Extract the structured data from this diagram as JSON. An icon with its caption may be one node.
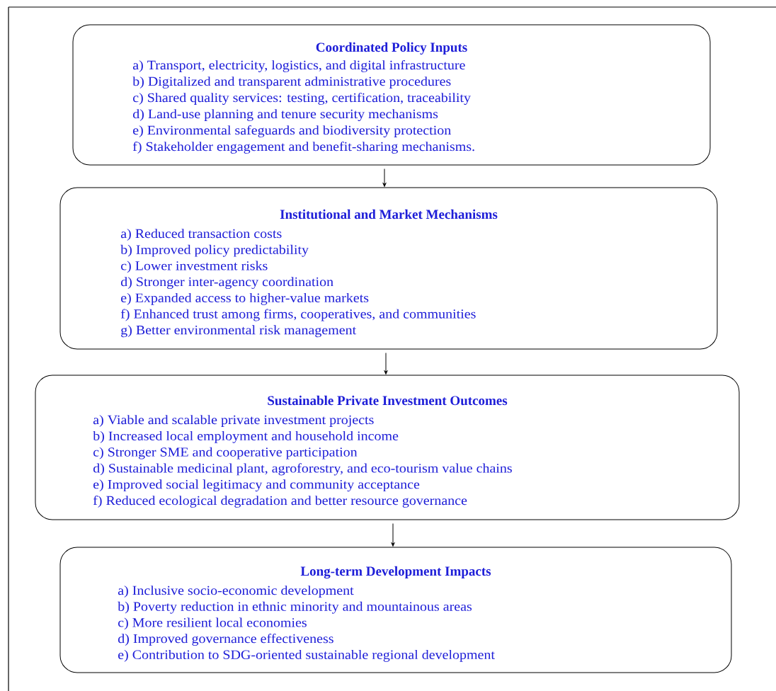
{
  "diagram": {
    "nodes": [
      {
        "text": [
          "Coordinated Policy Inputs",
          "a) Transport, electricity, logistics, and digital infrastructure",
          "b) Digitalized and transparent administrative procedures",
          "c) Shared quality services: testing, certification, traceability",
          "d) Land-use planning and tenure security mechanisms",
          "e) Environmental safeguards and biodiversity protection",
          "f) Stakeholder engagement and benefit-sharing mechanisms."
        ]
      },
      {
        "text": [
          "Institutional and Market Mechanisms",
          "a) Reduced transaction costs",
          "b) Improved policy predictability",
          "c) Lower investment risks",
          "d) Stronger inter-agency coordination",
          "e) Expanded access to higher-value markets",
          "f) Enhanced trust among firms, cooperatives, and communities",
          "g) Better environmental risk management"
        ]
      },
      {
        "text": [
          "Sustainable Private Investment Outcomes",
          "a) Viable and scalable private investment projects",
          "b) Increased local employment and household income",
          "c) Stronger SME and cooperative participation",
          "d) Sustainable medicinal plant, agroforestry, and eco-tourism value chains",
          "e) Improved social legitimacy and community acceptance",
          "f) Reduced ecological degradation and better resource governance"
        ]
      },
      {
        "text": [
          "Long-term Development Impacts",
          "a) Inclusive socio-economic development",
          "b) Poverty reduction in ethnic minority and mountainous areas",
          "c) More resilient local economies",
          "d) Improved governance effectiveness",
          "e) Contribution to SDG-oriented sustainable regional development"
        ]
      }
    ],
    "edges": [
      {
        "from": 0,
        "to": 1,
        "arrow": "to"
      },
      {
        "from": 1,
        "to": 2,
        "arrow": "to"
      },
      {
        "from": 2,
        "to": 3,
        "arrow": "to"
      }
    ]
  }
}
